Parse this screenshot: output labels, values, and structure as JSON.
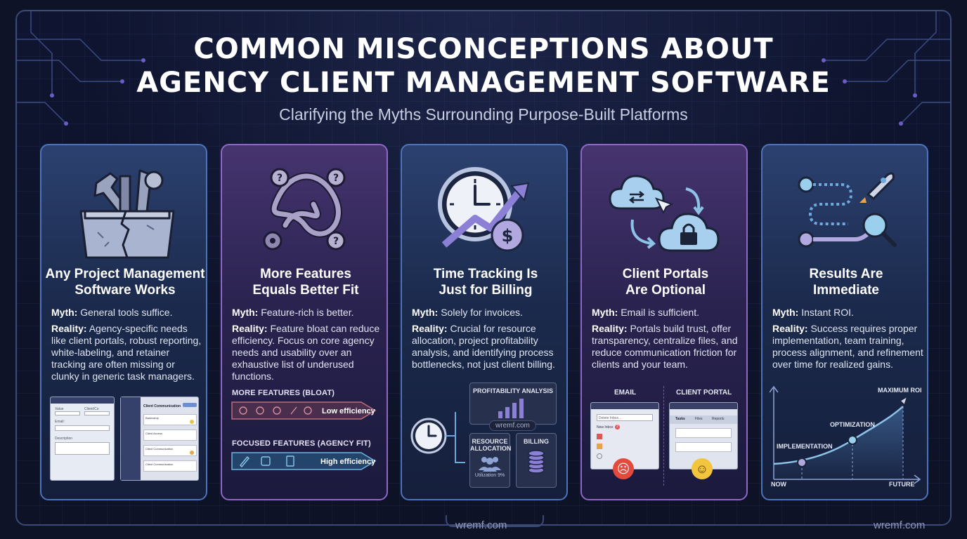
{
  "header": {
    "title_line1": "COMMON MISCONCEPTIONS ABOUT",
    "title_line2": "AGENCY CLIENT MANAGEMENT SOFTWARE",
    "subtitle": "Clarifying the Myths Surrounding Purpose-Built Platforms"
  },
  "cards": [
    {
      "title_line1": "Any Project Management",
      "title_line2": "Software Works",
      "myth_label": "Myth:",
      "myth": "General tools suffice.",
      "reality_label": "Reality:",
      "reality": "Agency-specific needs like client portals, robust reporting, white-labeling, and retainer tracking are often missing or clunky in generic task managers.",
      "mock": {
        "left_labels": [
          "Value",
          "Client/Co",
          "Email:",
          "Description"
        ],
        "right_title": "Client Communication",
        "right_rows": [
          "Basecamp",
          "Client Access",
          "Client Communication",
          "Client Communication"
        ]
      }
    },
    {
      "title_line1": "More Features",
      "title_line2": "Equals Better Fit",
      "myth_label": "Myth:",
      "myth": "Feature-rich is better.",
      "reality_label": "Reality:",
      "reality": "Feature bloat can reduce efficiency. Focus on core agency needs and usability over an exhaustive list of underused functions.",
      "bloat_label": "MORE FEATURES (BLOAT)",
      "bloat_result": "Low efficiency",
      "focused_label": "FOCUSED FEATURES (AGENCY FIT)",
      "focused_result": "High efficiency"
    },
    {
      "title_line1": "Time Tracking Is",
      "title_line2": "Just for Billing",
      "myth_label": "Myth:",
      "myth": "Solely for invoices.",
      "reality_label": "Reality:",
      "reality": "Crucial for resource allocation, project profitability analysis, and identifying process bottlenecks, not just client billing.",
      "profitability": "PROFITABILITY ANALYSIS",
      "resource": "RESOURCE ALLOCATION",
      "billing": "BILLING",
      "utilization": "Utilization 9%",
      "watermark": "wremf.com"
    },
    {
      "title_line1": "Client Portals",
      "title_line2": "Are Optional",
      "myth_label": "Myth:",
      "myth": "Email is sufficient.",
      "reality_label": "Reality:",
      "reality": "Portals build trust, offer transparency, centralize files, and reduce communication friction for clients and your team.",
      "email_label": "EMAIL",
      "portal_label": "CLIENT PORTAL",
      "email_search": "Delete Inbox...",
      "email_note": "New Inbox",
      "email_badge": "2",
      "portal_tabs": [
        "Tasks",
        "Files",
        "Reports"
      ]
    },
    {
      "title_line1": "Results Are",
      "title_line2": "Immediate",
      "myth_label": "Myth:",
      "myth": "Instant ROI.",
      "reality_label": "Reality:",
      "reality": "Success requires proper implementation, team training, process alignment, and refinement over time for realized gains.",
      "chart_points": [
        "IMPLEMENTATION",
        "OPTIMIZATION",
        "MAXIMUM ROI"
      ],
      "axis_start": "NOW",
      "axis_end": "FUTURE"
    }
  ],
  "footer": {
    "watermark_center": "wremf.com",
    "watermark_right": "wremf.com"
  },
  "colors": {
    "background": "#0e1328",
    "blue_border": "#4d74b8",
    "purple_border": "#8f67c4",
    "accent_purple": "#a78bdc",
    "accent_blue": "#6fa8dc"
  }
}
